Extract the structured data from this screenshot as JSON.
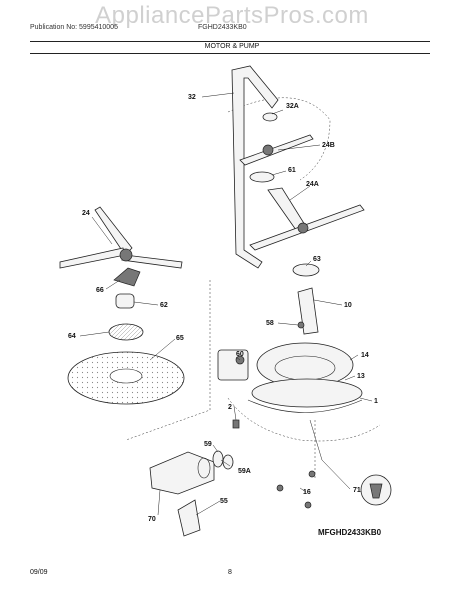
{
  "watermark": "AppliancePartsPros.com",
  "header": {
    "left_text": "Publication No: 5995410005",
    "right_text": "FGHD2433KB0",
    "section_title": "MOTOR & PUMP"
  },
  "diagram": {
    "model_code": "MFGHD2433KB0",
    "callouts": [
      "32",
      "32A",
      "24B",
      "61",
      "24A",
      "24",
      "63",
      "66",
      "62",
      "10",
      "58",
      "64",
      "65",
      "60",
      "14",
      "13",
      "1",
      "2",
      "59",
      "59A",
      "16",
      "71",
      "70",
      "55"
    ]
  },
  "footer": {
    "date": "09/09",
    "page": "8"
  }
}
